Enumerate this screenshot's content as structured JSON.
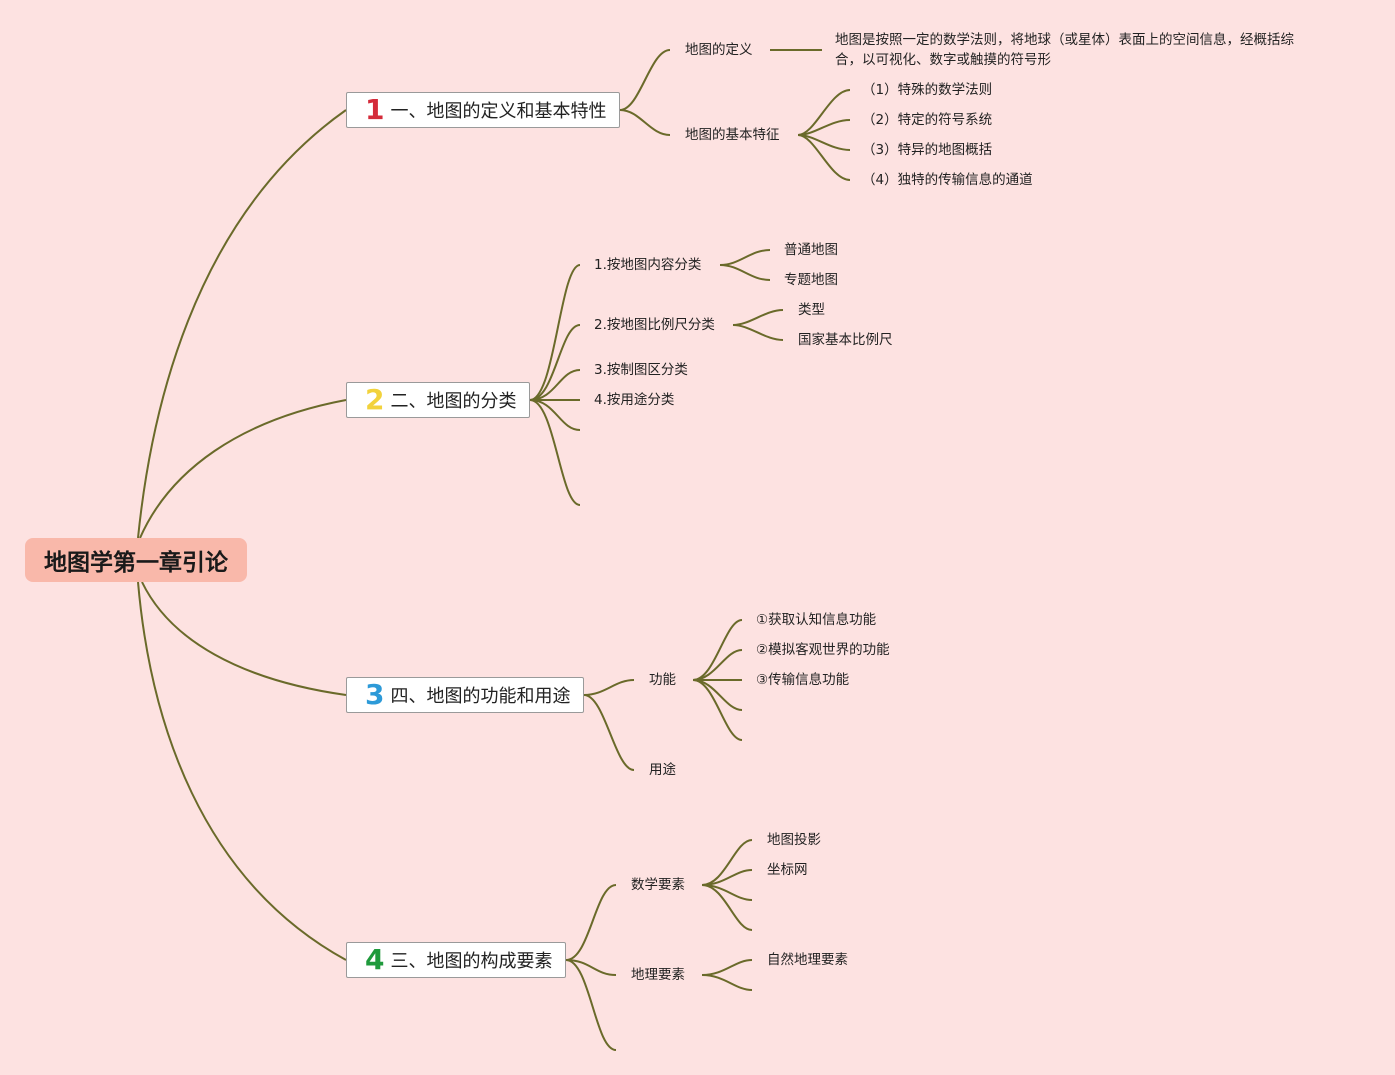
{
  "root": {
    "title": "地图学第一章引论"
  },
  "topics": [
    {
      "num": "1",
      "num_color": "#d42b3a",
      "label": "一、地图的定义和基本特性"
    },
    {
      "num": "2",
      "num_color": "#f2d23c",
      "label": "二、地图的分类"
    },
    {
      "num": "3",
      "num_color": "#2d9ad8",
      "label": "四、地图的功能和用途"
    },
    {
      "num": "4",
      "num_color": "#1f9a3c",
      "label": "三、地图的构成要素"
    }
  ],
  "t1": {
    "def_label": "地图的定义",
    "def_text": "地图是按照一定的数学法则，将地球（或星体）表面上的空间信息，经概括综合，以可视化、数字或触摸的符号形",
    "feat_label": "地图的基本特征",
    "features": [
      "（1）特殊的数学法则",
      "（2）特定的符号系统",
      "（3）特异的地图概括",
      "（4）独特的传输信息的通道"
    ]
  },
  "t2": {
    "items": [
      "1.按地图内容分类",
      "2.按地图比例尺分类",
      "3.按制图区分类",
      "4.按用途分类"
    ],
    "content_types": [
      "普通地图",
      "专题地图"
    ],
    "scale_types": [
      "类型",
      "国家基本比例尺"
    ]
  },
  "t3": {
    "func_label": "功能",
    "functions": [
      "①获取认知信息功能",
      "②模拟客观世界的功能",
      "③传输信息功能"
    ],
    "use_label": "用途"
  },
  "t4": {
    "math_label": "数学要素",
    "math_items": [
      "地图投影",
      "坐标网"
    ],
    "geo_label": "地理要素",
    "geo_items": [
      "自然地理要素"
    ]
  }
}
